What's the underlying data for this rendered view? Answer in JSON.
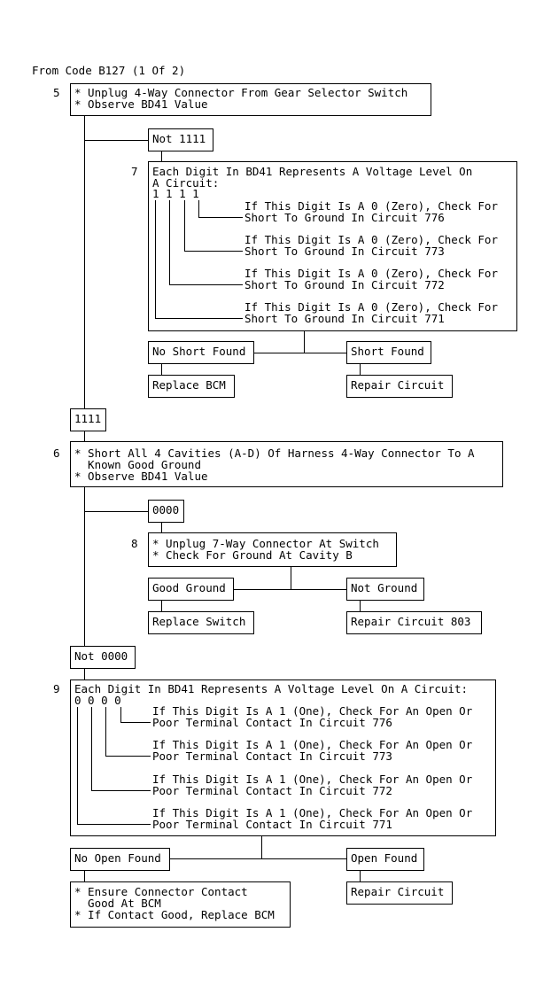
{
  "header": "From Code B127 (1 Of 2)",
  "steps": {
    "s5": {
      "num": "5",
      "lines": [
        "* Unplug 4-Way Connector From Gear Selector Switch",
        "* Observe BD41 Value"
      ]
    },
    "not1111": "Not 1111",
    "s7": {
      "num": "7",
      "intro": [
        "Each Digit In BD41 Represents A Voltage Level On",
        "A Circuit:"
      ],
      "digits": "1 1 1 1",
      "checks": [
        [
          "If This Digit Is A 0 (Zero), Check For",
          "Short To Ground In Circuit 776"
        ],
        [
          "If This Digit Is A 0 (Zero), Check For",
          "Short To Ground In Circuit 773"
        ],
        [
          "If This Digit Is A 0 (Zero), Check For",
          "Short To Ground In Circuit 772"
        ],
        [
          "If This Digit Is A 0 (Zero), Check For",
          "Short To Ground In Circuit 771"
        ]
      ]
    },
    "no_short": "No Short Found",
    "short_found": "Short Found",
    "replace_bcm": "Replace BCM",
    "repair_circuit_1": "Repair Circuit",
    "b1111": "1111",
    "s6": {
      "num": "6",
      "lines": [
        "* Short All 4 Cavities (A-D) Of Harness 4-Way Connector To A",
        "  Known Good Ground",
        "* Observe BD41 Value"
      ]
    },
    "b0000": "0000",
    "s8": {
      "num": "8",
      "lines": [
        "* Unplug 7-Way Connector At Switch",
        "* Check For Ground At Cavity B"
      ]
    },
    "good_ground": "Good Ground",
    "not_ground": "Not Ground",
    "replace_switch": "Replace Switch",
    "repair_803": "Repair Circuit 803",
    "not0000": "Not 0000",
    "s9": {
      "num": "9",
      "intro": "Each Digit In BD41 Represents A Voltage Level On A Circuit:",
      "digits": "0 0 0 0",
      "checks": [
        [
          "If This Digit Is A 1 (One), Check For An Open Or",
          "Poor Terminal Contact In Circuit 776"
        ],
        [
          "If This Digit Is A 1 (One), Check For An Open Or",
          "Poor Terminal Contact In Circuit 773"
        ],
        [
          "If This Digit Is A 1 (One), Check For An Open Or",
          "Poor Terminal Contact In Circuit 772"
        ],
        [
          "If This Digit Is A 1 (One), Check For An Open Or",
          "Poor Terminal Contact In Circuit 771"
        ]
      ]
    },
    "no_open": "No Open Found",
    "open_found": "Open Found",
    "ensure": [
      "* Ensure Connector Contact",
      "  Good At BCM",
      "* If Contact Good, Replace BCM"
    ],
    "repair_circuit_2": "Repair Circuit"
  }
}
